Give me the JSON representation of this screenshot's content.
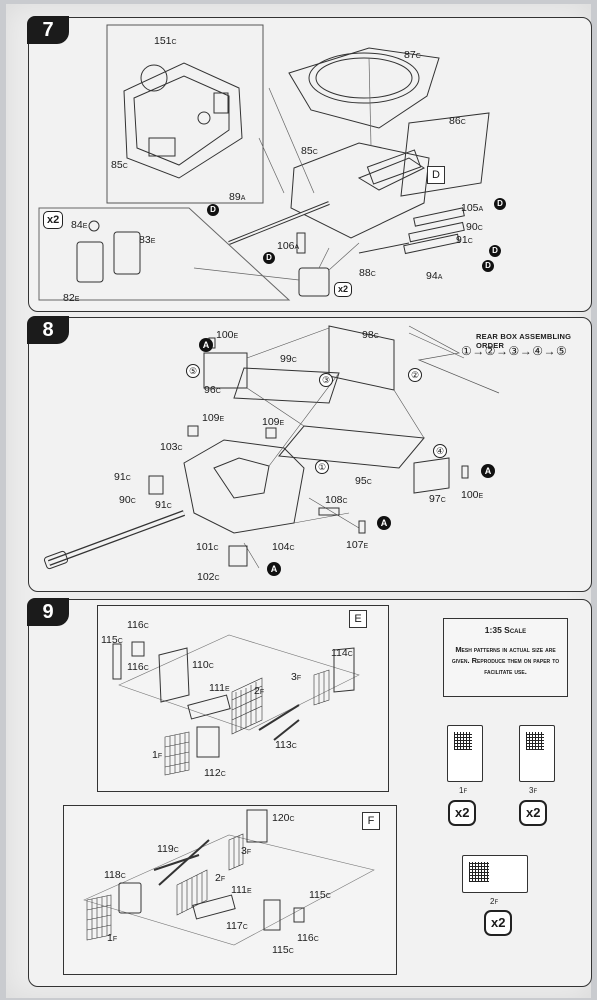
{
  "steps": {
    "s7": {
      "number": "7",
      "labels": {
        "p151": "151",
        "p85a": "85",
        "p87": "87",
        "p86": "86",
        "p85b": "85",
        "p89": "89",
        "p106": "106",
        "p88": "88",
        "p94": "94",
        "p105": "105",
        "p90": "90",
        "p91": "91",
        "p84": "84",
        "p83": "83",
        "p82": "82"
      },
      "subs": {
        "c": "C",
        "a": "A",
        "e": "E"
      },
      "box_letter": "D",
      "dot_letter": "D",
      "x2_top": "x2",
      "x2_small": "x2"
    },
    "s8": {
      "number": "8",
      "labels": {
        "p100a": "100",
        "p98": "98",
        "p99": "99",
        "p96": "96",
        "p109a": "109",
        "p109b": "109",
        "p103": "103",
        "p95": "95",
        "p97": "97",
        "p100b": "100",
        "p91": "91",
        "p90": "90",
        "p91b": "91",
        "p108": "108",
        "p107": "107",
        "p101": "101",
        "p104": "104",
        "p102": "102"
      },
      "subs": {
        "c": "C",
        "e": "E"
      },
      "order_title": "Rear Box Assembling Order",
      "order_sequence": "①→②→③→④→⑤",
      "circled": [
        "①",
        "②",
        "③",
        "④",
        "⑤"
      ],
      "dot_letter": "A"
    },
    "s9": {
      "number": "9",
      "labels": {
        "p116a": "116",
        "p115a": "115",
        "p116b": "116",
        "p110": "110",
        "p114": "114",
        "p3f": "3",
        "p111a": "111",
        "p2f": "2",
        "p1f": "1",
        "p113": "113",
        "p112": "112",
        "p120": "120",
        "p119": "119",
        "p3f2": "3",
        "p118": "118",
        "p2f2": "2",
        "p111b": "111",
        "p1f2": "1",
        "p117": "117",
        "p115b": "115",
        "p116c": "116",
        "p115c": "115"
      },
      "subs": {
        "c": "C",
        "e": "E",
        "f": "F"
      },
      "box_e": "E",
      "box_f": "F",
      "scale_title": "1:35 Scale",
      "scale_note": "Mesh patterns in actual size are given. Reproduce them on paper to facilitate use.",
      "mesh": [
        {
          "num": "1",
          "sub": "F",
          "qty": "x2"
        },
        {
          "num": "3",
          "sub": "F",
          "qty": "x2"
        },
        {
          "num": "2",
          "sub": "F",
          "qty": "x2"
        }
      ]
    }
  }
}
